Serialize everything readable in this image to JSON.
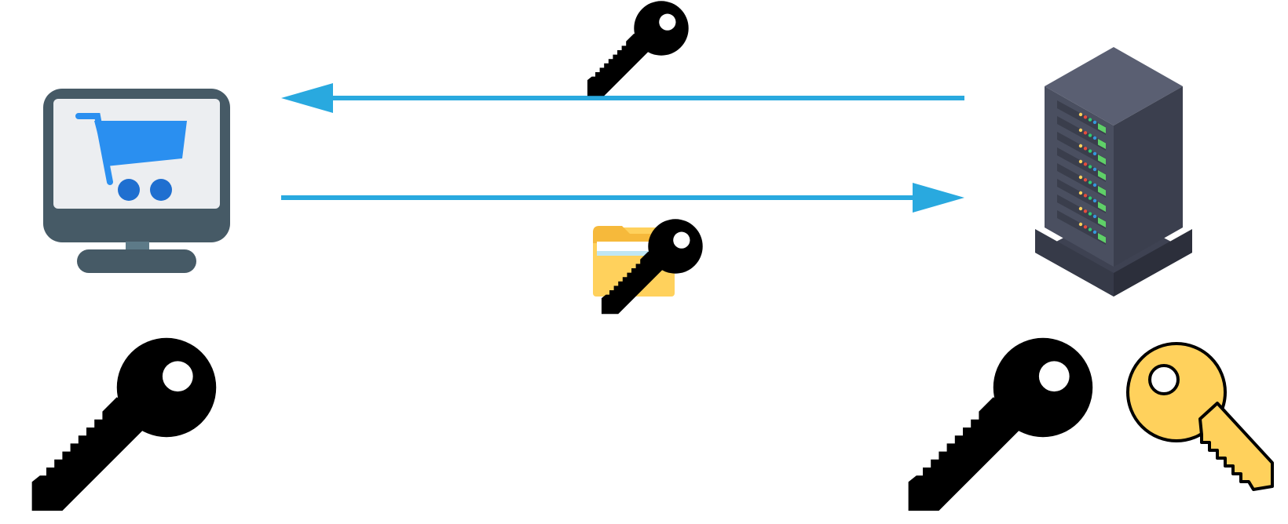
{
  "diagram": {
    "colors": {
      "background": "#ffffff",
      "arrow": "#29a9df",
      "public_key": "#000000",
      "private_key": "#ffd15c",
      "cart": "#2a8ff0",
      "monitor_frame": "#465a66",
      "server_body": "#4a4f60"
    },
    "nodes": [
      {
        "id": "client",
        "icon": "monitor-with-shopping-cart-icon"
      },
      {
        "id": "server",
        "icon": "server-rack-icon"
      }
    ],
    "messages": [
      {
        "from": "server",
        "to": "client",
        "payload_icon": "black-key-icon"
      },
      {
        "from": "client",
        "to": "server",
        "payload_icon": "folder-with-black-key-icon"
      }
    ],
    "client_keys": [
      {
        "icon": "black-key-icon"
      }
    ],
    "server_keys": [
      {
        "icon": "black-key-icon"
      },
      {
        "icon": "yellow-key-icon"
      }
    ]
  }
}
